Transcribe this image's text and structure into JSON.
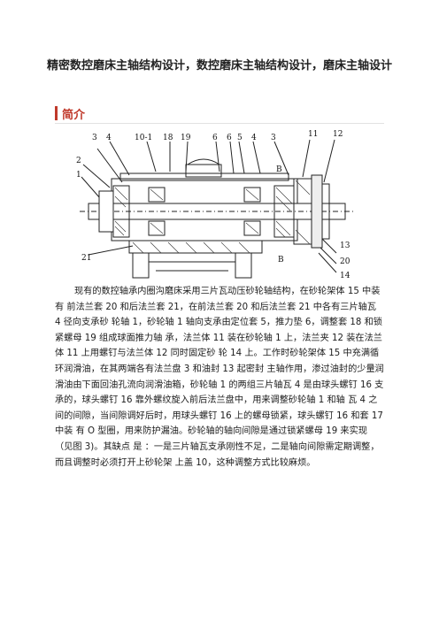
{
  "document": {
    "title": "精密数控磨床主轴结构设计，数控磨床主轴结构设计，磨床主轴设计",
    "section_heading": "简介",
    "figure": {
      "labels": [
        "3",
        "4",
        "10-1",
        "18",
        "19",
        "6",
        "6",
        "5",
        "4",
        "3",
        "11",
        "12",
        "2",
        "1",
        "B",
        "B",
        "21",
        "13",
        "20",
        "14"
      ]
    },
    "body_paragraph": "现有的数控轴承内圈沟磨床采用三片瓦动压砂轮轴结构，在砂轮架体 15 中装有 前法兰套 20 和后法兰套 21，在前法兰套 20 和后法兰套 21 中各有三片轴瓦 4 径向支承砂 轮轴 1，砂轮轴 1 轴向支承由定位套 5，推力垫 6，调整套 18 和锁紧螺母 19 组成球面推力轴 承，法兰体 11 装在砂轮轴 1 上，法兰夹 12 装在法兰体 11 上用螺钉与法兰体 12 同时固定砂 轮 14 上。工作时砂轮架体 15 中充满循环润滑油，在其两端各有法兰盘 3 和油封 13 起密封 主轴作用，渗过油封的少量润滑油由下面回油孔流向润滑油箱，砂轮轴 1 的两组三片轴瓦 4 是由球头螺钉 16 支承的，球头螺钉 16 靠外螺纹旋入前后法兰盘中，用来调整砂轮轴 1 和轴 瓦 4 之间的间隙，当间隙调好后时，用球头螺钉 16 上的螺母锁紧，球头螺钉 16 和套 17 中装 有 O 型圈，用来防护漏油。砂轮轴的轴向间隙是通过锁紧螺母 19 来实现（见图 3)。其缺点 是 ：一是三片轴瓦支承刚性不足，二是轴向间隙需定期调整，而且调整时必须打开上砂轮架 上盖 10，这种调整方式比较麻烦。"
  }
}
